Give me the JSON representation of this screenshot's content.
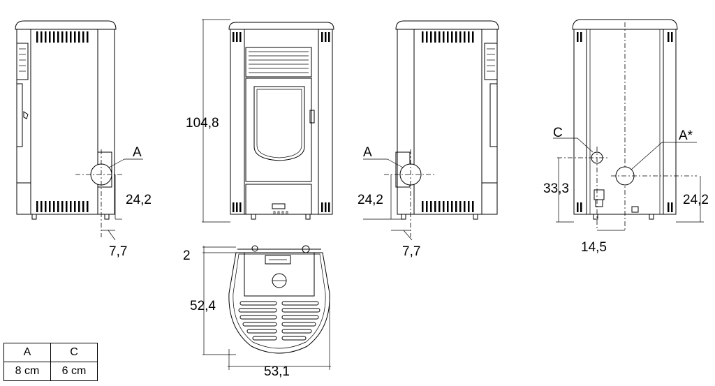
{
  "labels": {
    "side_left_outlet": "A",
    "front_height": "104,8",
    "side_right_outlet": "A",
    "back_c": "C",
    "back_a": "A*",
    "plan_depth_small": "2"
  },
  "dimensions": {
    "side_left_height": "24,2",
    "side_left_offset": "7,7",
    "side_right_height": "24,2",
    "side_right_offset": "7,7",
    "back_c_height": "33,3",
    "back_a_height": "24,2",
    "back_offset": "14,5",
    "plan_depth": "52,4",
    "plan_width": "53,1"
  },
  "legend": {
    "headers": [
      "A",
      "C"
    ],
    "values": [
      "8 cm",
      "6 cm"
    ]
  }
}
